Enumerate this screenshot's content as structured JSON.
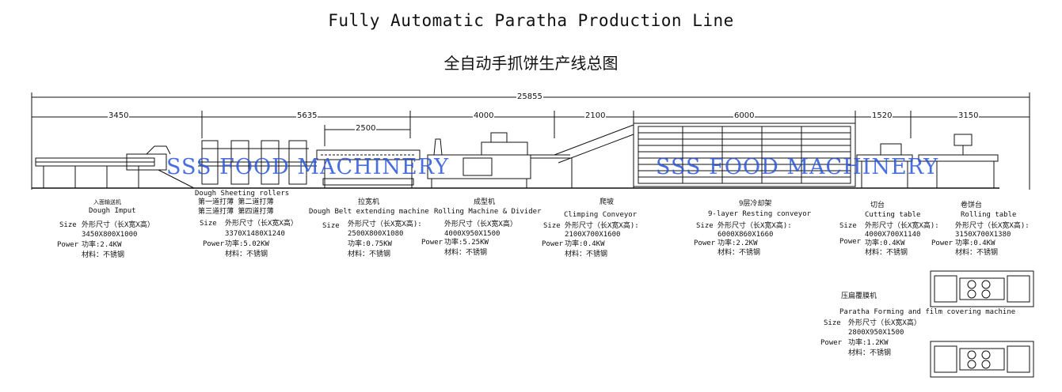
{
  "title_en": "Fully Automatic Paratha Production Line",
  "title_cn": "全自动手抓饼生产线总图",
  "total_length": "25855",
  "watermark": "SSS FOOD MACHINERY",
  "segment_dims": [
    "3450",
    "5635",
    "2500",
    "4000",
    "2100",
    "6000",
    "1520",
    "3150"
  ],
  "machines": [
    {
      "cn": "入面输送机",
      "en": "Dough Imput",
      "size_label": "Size",
      "size_cn": "外形尺寸（长X宽X高）",
      "size": "3450X800X1000",
      "power_label": "Power",
      "power": "功率:2.4KW",
      "material": "材料：不锈钢"
    },
    {
      "cn_lines": [
        "第一道打薄  第二道打薄",
        "第三道打薄  第四道打薄"
      ],
      "en": "Dough Sheeting rollers",
      "size_label": "Size",
      "size_cn": "外形尺寸（长X宽X高）",
      "size": "3370X1480X1240",
      "power_label": "Power",
      "power": "功率:5.02KW",
      "material": "材料：不锈钢"
    },
    {
      "cn": "拉宽机",
      "en": "Dough Belt extending machine",
      "size_label": "Size",
      "size_cn": "外形尺寸（长X宽X高):",
      "size": "2500X800X1080",
      "power": "功率:0.75KW",
      "material": "材料：不锈钢"
    },
    {
      "cn": "成型机",
      "en": "Rolling Machine & Divider",
      "size_cn": "外形尺寸（长X宽X高）",
      "size": "4000X950X1500",
      "power_label": "Power",
      "power": "功率:5.25KW",
      "material": "材料：不锈钢"
    },
    {
      "cn": "爬坡",
      "en": "Climping Conveyor",
      "size_label": "Size",
      "size_cn": "外形尺寸（长X宽X高):",
      "size": "2100X700X1600",
      "power_label": "Power",
      "power": "功率:0.4KW",
      "material": "材料：不锈钢"
    },
    {
      "cn": "9层冷却架",
      "en": "9-layer Resting conveyor",
      "size_label": "Size",
      "size_cn": "外形尺寸（长X宽X高):",
      "size": "6000X860X1660",
      "power_label": "Power",
      "power": "功率:2.2KW",
      "material": "材料：不锈钢"
    },
    {
      "cn": "切台",
      "en": "Cutting table",
      "size_label": "Size",
      "size_cn": "外形尺寸（长X宽X高):",
      "size": "4000X700X1140",
      "power_label": "Power",
      "power": "功率:0.4KW",
      "material": "材料：不锈钢"
    },
    {
      "cn": "卷饼台",
      "en": "Rolling table",
      "size_cn": "外形尺寸（长X宽X高):",
      "size": "3150X700X1380",
      "power_label": "Power",
      "power": "功率:0.4KW",
      "material": "材料：不锈钢"
    },
    {
      "cn": "压扁覆膜机",
      "en": "Paratha Forming and film covering machine",
      "size_label": "Size",
      "size_cn": "外形尺寸（长X宽X高）",
      "size": "2800X950X1500",
      "power_label": "Power",
      "power": "功率:1.2KW",
      "material": "材料：不锈钢"
    }
  ],
  "colors": {
    "ink": "#111111",
    "watermark": "#2a55d9"
  }
}
